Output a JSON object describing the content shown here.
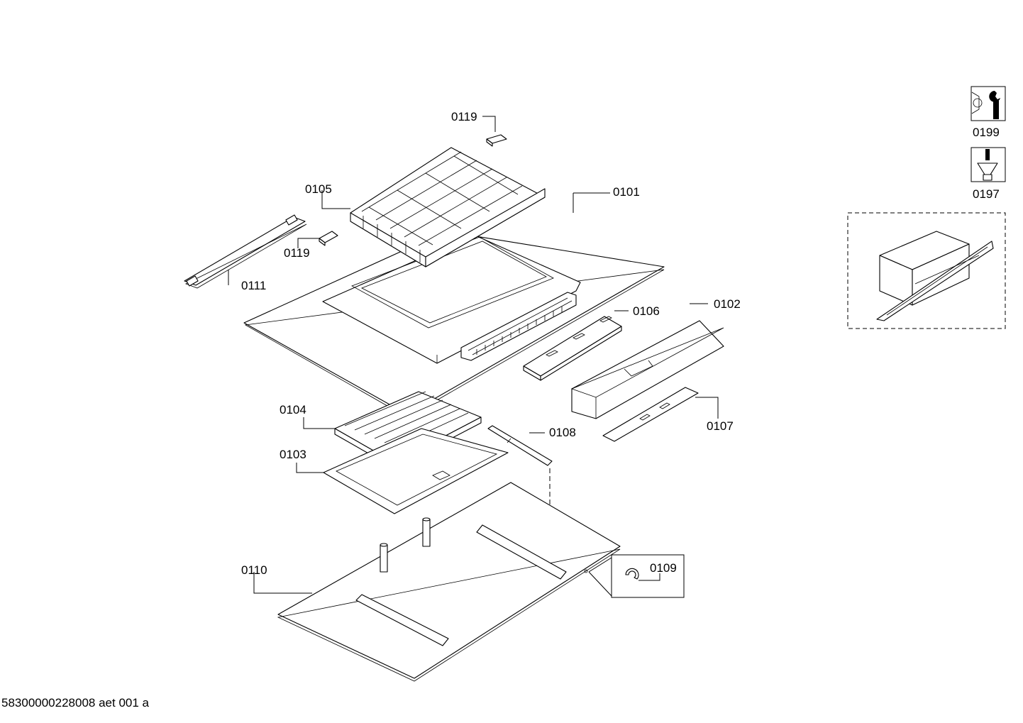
{
  "drawing_id": "58300000228008 aet 001 a",
  "parts": {
    "p0119_top": "0119",
    "p0119_small": "0119",
    "p0105": "0105",
    "p0101": "0101",
    "p0111": "0111",
    "p0106": "0106",
    "p0102": "0102",
    "p0107": "0107",
    "p0104": "0104",
    "p0108": "0108",
    "p0103": "0103",
    "p0110": "0110",
    "p0109": "0109"
  },
  "legend": {
    "tool_wrench": "0199",
    "tool_screw": "0197"
  },
  "icons": {
    "tool_wrench": "wrench-icon",
    "tool_screw": "screw-icon"
  }
}
